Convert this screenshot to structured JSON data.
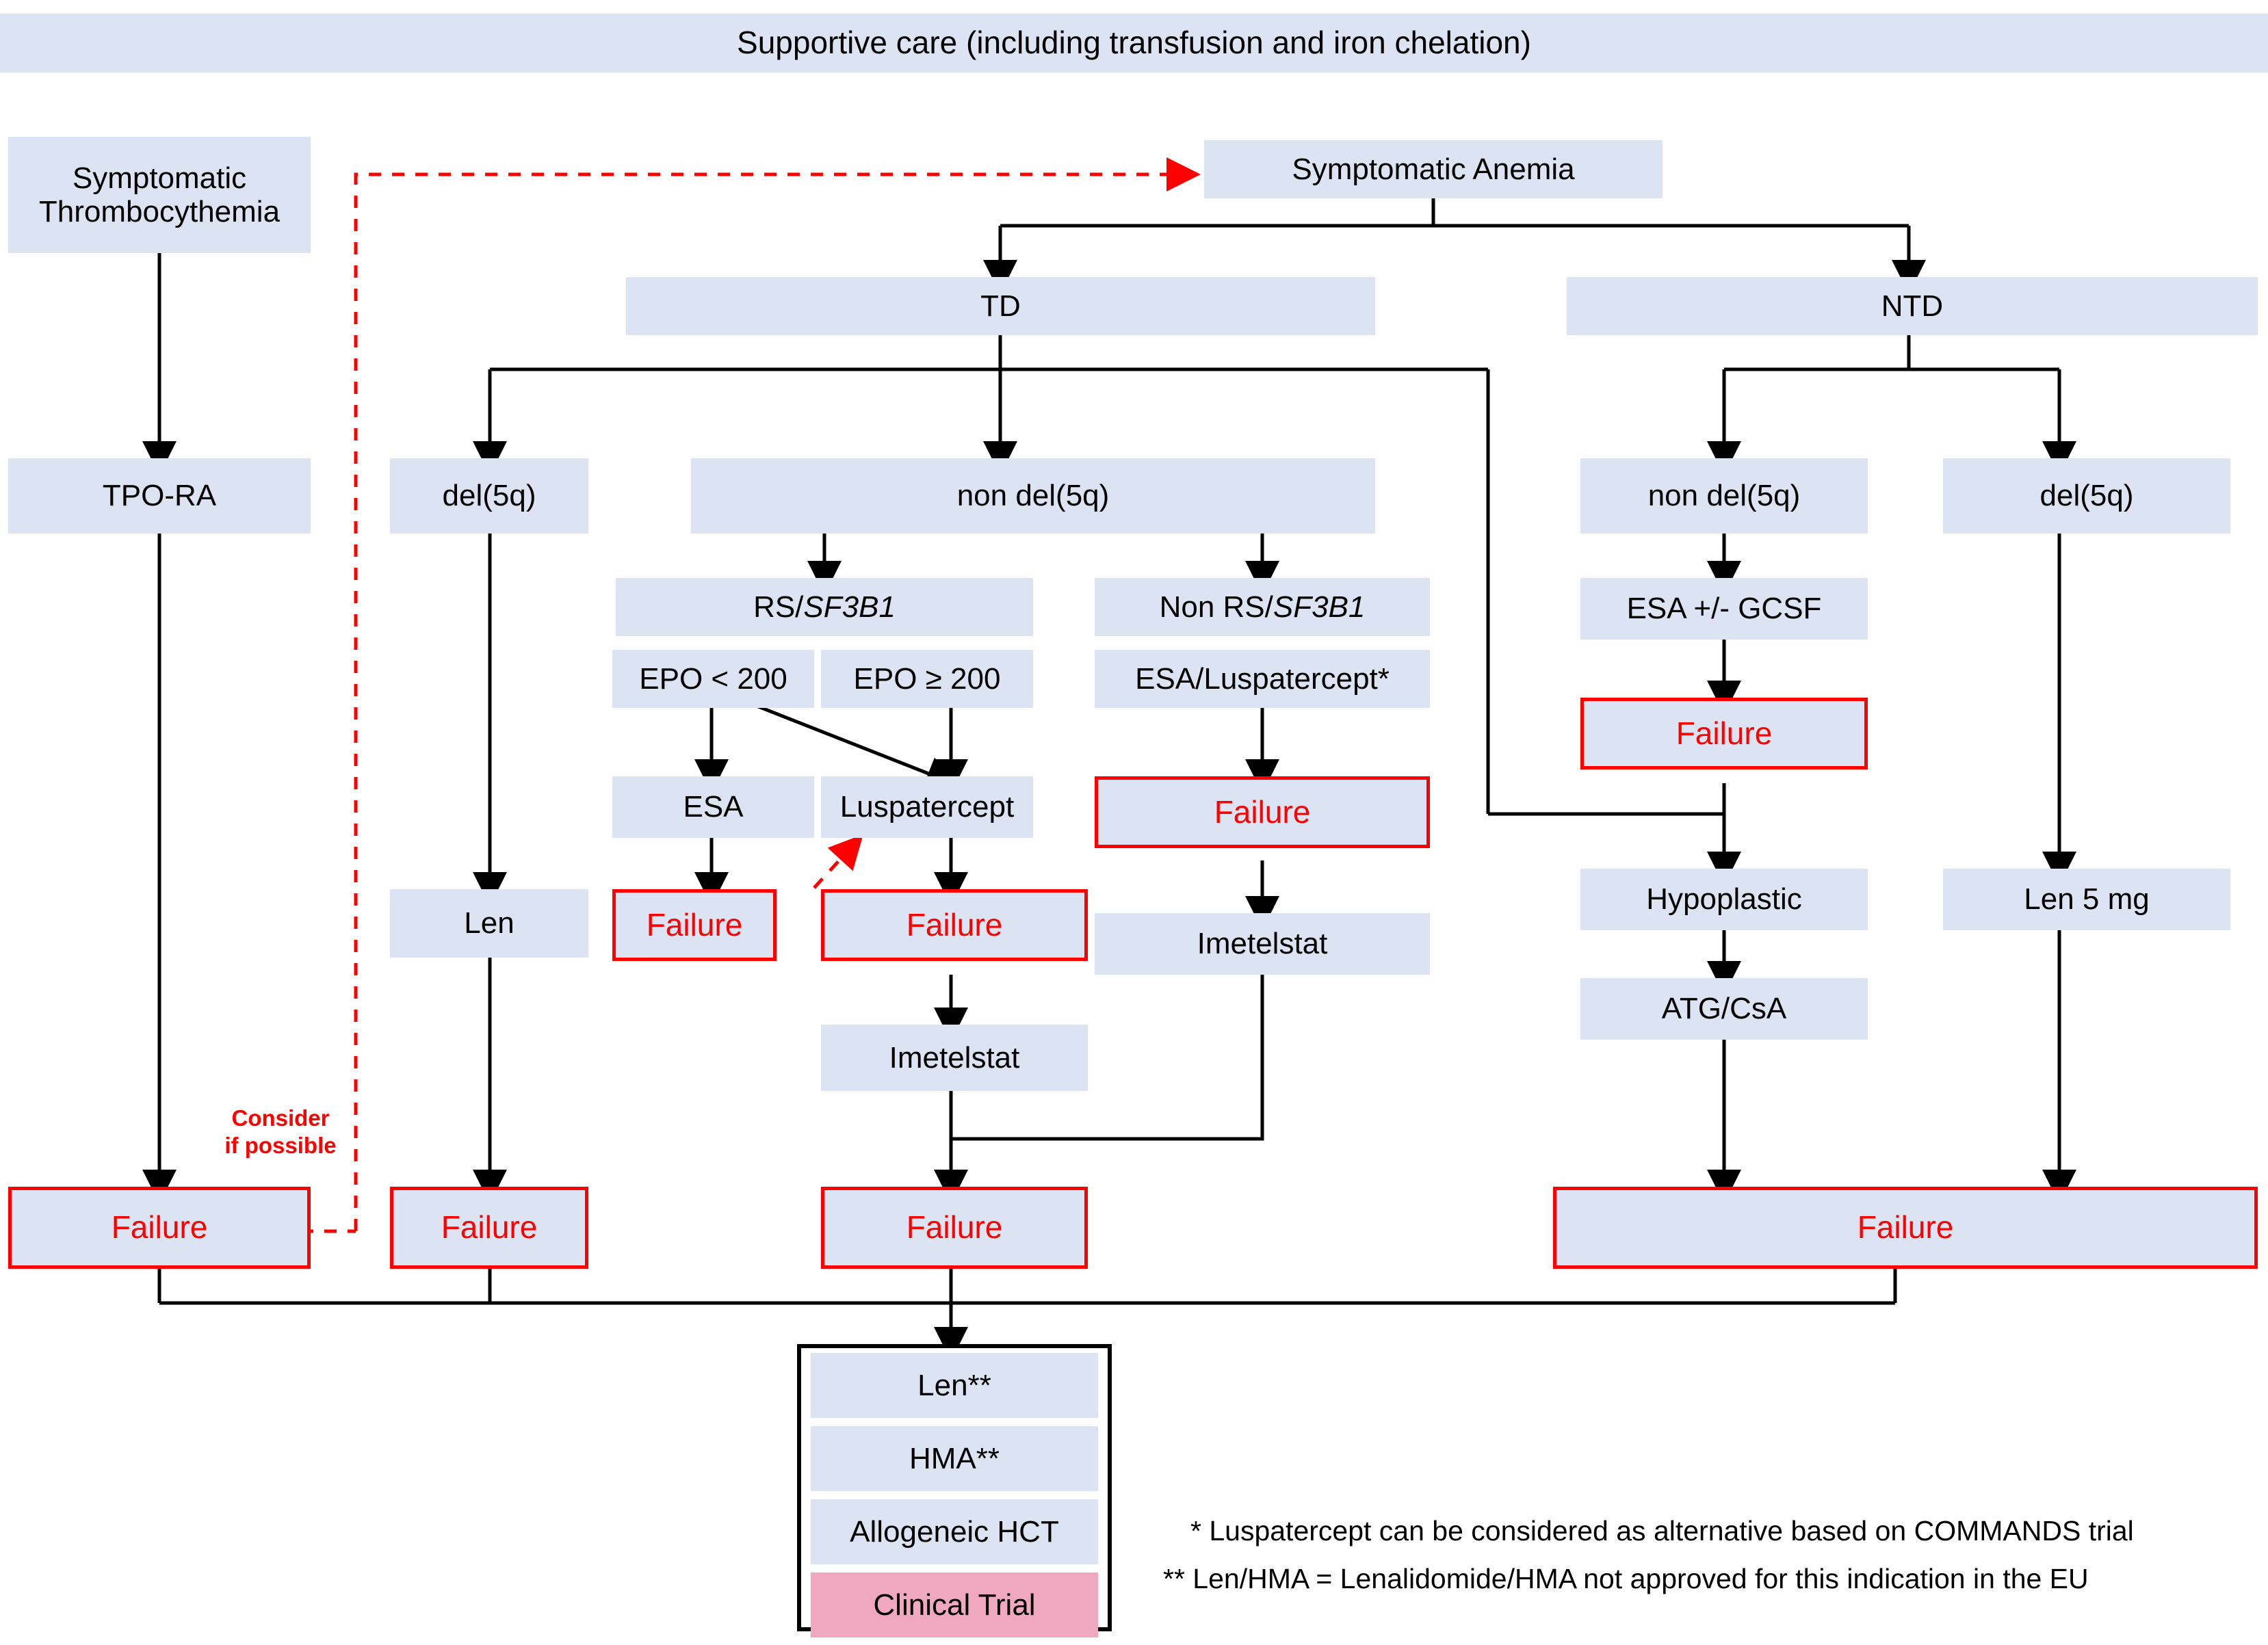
{
  "diagram": {
    "title_bar": {
      "label": "Supportive care (including transfusion and iron chelation)"
    },
    "nodes": {
      "symptomatic_thrombocythemia": "Symptomatic\nThrombocythemia",
      "symptomatic_anemia": "Symptomatic Anemia",
      "td": "TD",
      "ntd": "NTD",
      "tpo_ra": "TPO-RA",
      "td_del5q": "del(5q)",
      "td_non_del5q": "non del(5q)",
      "rs_sf3b1_pre": "RS/",
      "rs_sf3b1_gene": "SF3B1",
      "non_rs_pre": "Non RS/",
      "non_rs_gene": "SF3B1",
      "epo_lt_200": "EPO < 200",
      "epo_ge_200": "EPO ≥ 200",
      "esa_luspatercept": "ESA/Luspatercept*",
      "esa": "ESA",
      "luspatercept": "Luspatercept",
      "imetelstat_mid": "Imetelstat",
      "imetelstat_right": "Imetelstat",
      "len": "Len",
      "ntd_non_del5q": "non del(5q)",
      "ntd_del5q": "del(5q)",
      "esa_gcsf": "ESA +/- GCSF",
      "hypoplastic": "Hypoplastic",
      "atg_csa": "ATG/CsA",
      "len_5mg": "Len 5 mg",
      "failure": "Failure"
    },
    "failure_boxes": [
      {
        "id": "failure-tpora",
        "label": "Failure"
      },
      {
        "id": "failure-del5q-len",
        "label": "Failure"
      },
      {
        "id": "failure-esa",
        "label": "Failure"
      },
      {
        "id": "failure-luspatercept",
        "label": "Failure"
      },
      {
        "id": "failure-esa-luspatercept",
        "label": "Failure"
      },
      {
        "id": "failure-imetelstat",
        "label": "Failure"
      },
      {
        "id": "failure-esa-gcsf",
        "label": "Failure"
      },
      {
        "id": "failure-ntd",
        "label": "Failure"
      }
    ],
    "consider_label": "Consider\nif possible",
    "final_options": [
      {
        "label": "Len**",
        "highlight": false
      },
      {
        "label": "HMA**",
        "highlight": false
      },
      {
        "label": "Allogeneic HCT",
        "highlight": false
      },
      {
        "label": "Clinical Trial",
        "highlight": true
      }
    ],
    "footnotes": [
      "*  Luspatercept can be considered as alternative based on COMMANDS trial",
      "** Len/HMA = Lenalidomide/HMA not approved for this indication in the EU"
    ],
    "colors": {
      "node_fill": "#dce3f2",
      "failure_red": "#ff0000",
      "clinical_trial_pink": "#f0a8c0",
      "edge_black": "#000000"
    }
  }
}
